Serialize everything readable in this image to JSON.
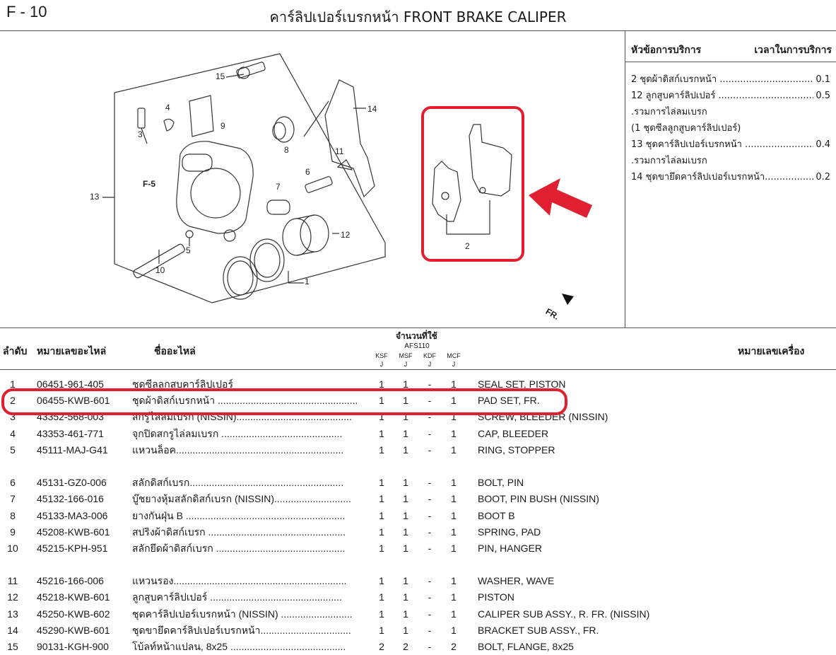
{
  "header": {
    "page_code": "F - 10",
    "title": "คาร์ลิปเปอร์เบรกหน้า  FRONT BRAKE CALIPER"
  },
  "diagram": {
    "callouts": [
      "15",
      "14",
      "4",
      "9",
      "3",
      "8",
      "11",
      "F-5",
      "13",
      "6",
      "7",
      "12",
      "5",
      "10",
      "1",
      "2"
    ],
    "fr_label": "FR."
  },
  "service": {
    "head_left": "หัวข้อการบริการ",
    "head_right": "เวลาในการบริการ",
    "rows": [
      {
        "text": "2 ชุดผ้าดิสก์เบรกหน้า ..................................",
        "time": "0.1"
      },
      {
        "text": "12 ลูกสูบคาร์ลิปเปอร์ ....................................",
        "time": "0.5"
      },
      {
        "text": "     .รวมการไล่ลมเบรก",
        "time": ""
      },
      {
        "text": "     (1 ชุดซีลลูกสูบคาร์ลิปเปอร์)",
        "time": ""
      },
      {
        "text": "13 ชุดคาร์ลิปเปอร์เบรกหน้า  .........................",
        "time": "0.4"
      },
      {
        "text": "     .รวมการไล่ลมเบรก",
        "time": ""
      },
      {
        "text": "14 ชุดขายึดคาร์ลิปเปอร์เบรกหน้า.................",
        "time": "0.2"
      }
    ]
  },
  "table_head": {
    "no": "ลำดับ",
    "part_no": "หมายเลขอะไหล่",
    "name": "ชื่ออะไหล่",
    "qty": "จำนวนที่ใช้",
    "model": "AFS110",
    "cols": [
      "KSF",
      "MSF",
      "KDF",
      "MCF"
    ],
    "sub": [
      "J",
      "J",
      "J",
      "J"
    ],
    "engine": "หมายเลขเครื่อง"
  },
  "parts": [
    {
      "no": "1",
      "part_no": "06451-961-405",
      "name": "ชุดซีลลูกสูบคาร์ลิปเปอร์",
      "q": [
        "1",
        "1",
        "-",
        "1"
      ],
      "desc": "SEAL SET, PISTON"
    },
    {
      "no": "2",
      "part_no": "06455-KWB-601",
      "name": "ชุดผ้าดิสก์เบรกหน้า ........................................................",
      "q": [
        "1",
        "1",
        "-",
        "1"
      ],
      "desc": "PAD SET, FR."
    },
    {
      "no": "3",
      "part_no": "43352-568-003",
      "name": "สกรูไล่ลมเบรก (NISSIN)..........................................",
      "q": [
        "1",
        "1",
        "-",
        "1"
      ],
      "desc": "SCREW, BLEEDER (NISSIN)"
    },
    {
      "no": "4",
      "part_no": "43353-461-771",
      "name": "จุกปิดสกรูไล่ลมเบรก ............................................",
      "q": [
        "1",
        "1",
        "-",
        "1"
      ],
      "desc": "CAP, BLEEDER"
    },
    {
      "no": "5",
      "part_no": "45111-MAJ-G41",
      "name": "แหวนล็อค.............................................................",
      "q": [
        "1",
        "1",
        "-",
        "1"
      ],
      "desc": "RING, STOPPER"
    },
    {
      "no": "6",
      "part_no": "45131-GZ0-006",
      "name": "สลักดิสก์เบรก........................................................",
      "q": [
        "1",
        "1",
        "-",
        "1"
      ],
      "desc": "BOLT, PIN"
    },
    {
      "no": "7",
      "part_no": "45132-166-016",
      "name": "บู๊ชยางหุ้มสลักดิสก์เบรก (NISSIN)............................",
      "q": [
        "1",
        "1",
        "-",
        "1"
      ],
      "desc": "BOOT, PIN BUSH (NISSIN)"
    },
    {
      "no": "8",
      "part_no": "45133-MA3-006",
      "name": "ยางกันฝุ่น B ..........................................................",
      "q": [
        "1",
        "1",
        "-",
        "1"
      ],
      "desc": "BOOT B"
    },
    {
      "no": "9",
      "part_no": "45208-KWB-601",
      "name": "สปริงผ้าดิสก์เบรก ..................................................",
      "q": [
        "1",
        "1",
        "-",
        "1"
      ],
      "desc": "SPRING, PAD"
    },
    {
      "no": "10",
      "part_no": "45215-KPH-951",
      "name": "สลักยึดผ้าดิสก์เบรก ...............................................",
      "q": [
        "1",
        "1",
        "-",
        "1"
      ],
      "desc": "PIN, HANGER"
    },
    {
      "no": "11",
      "part_no": "45216-166-006",
      "name": "แหวนรอง...............................................................",
      "q": [
        "1",
        "1",
        "-",
        "1"
      ],
      "desc": "WASHER, WAVE"
    },
    {
      "no": "12",
      "part_no": "45218-KWB-601",
      "name": "ลูกสูบคาร์ลิปเปอร์ ................................................",
      "q": [
        "1",
        "1",
        "-",
        "1"
      ],
      "desc": "PISTON"
    },
    {
      "no": "13",
      "part_no": "45250-KWB-602",
      "name": "ชุดคาร์ลิปเปอร์เบรกหน้า (NISSIN) ..........................",
      "q": [
        "1",
        "1",
        "-",
        "1"
      ],
      "desc": "CALIPER SUB ASSY., R. FR. (NISSIN)"
    },
    {
      "no": "14",
      "part_no": "45290-KWB-601",
      "name": "ชุดขายึดคาร์ลิปเปอร์เบรกหน้า.................................",
      "q": [
        "1",
        "1",
        "-",
        "1"
      ],
      "desc": "BRACKET SUB ASSY., FR."
    },
    {
      "no": "15",
      "part_no": "90131-KGH-900",
      "name": "โบ้ลท์หน้าแปลน, 8x25 ..........................................",
      "q": [
        "2",
        "2",
        "-",
        "2"
      ],
      "desc": "BOLT, FLANGE, 8x25"
    }
  ],
  "colors": {
    "highlight": "#e02030",
    "arrow": "#e02030"
  }
}
